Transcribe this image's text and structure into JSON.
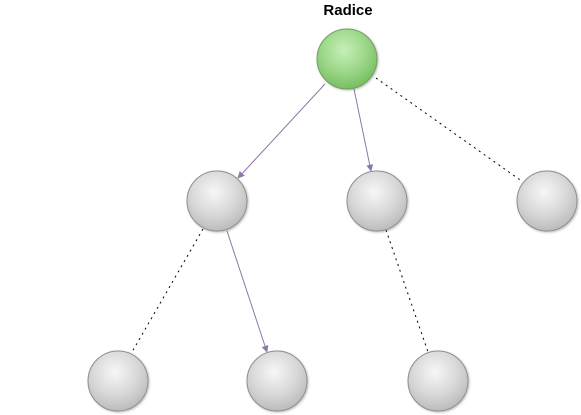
{
  "root": {
    "label": "Radice",
    "fill": "#9ed88a"
  },
  "node_fill": "#d7d7d7",
  "edge_color_solid": "#8b77a8",
  "edge_color_dotted": "#000000",
  "nodes": [
    {
      "id": "root"
    },
    {
      "id": "level1-left"
    },
    {
      "id": "level1-middle"
    },
    {
      "id": "level1-right"
    },
    {
      "id": "level2-left-a"
    },
    {
      "id": "level2-left-b"
    },
    {
      "id": "level2-middle-a"
    }
  ],
  "edges": [
    {
      "from": "root",
      "to": "level1-left",
      "style": "solid-arrow"
    },
    {
      "from": "root",
      "to": "level1-middle",
      "style": "solid-arrow"
    },
    {
      "from": "root",
      "to": "level1-right",
      "style": "dotted"
    },
    {
      "from": "level1-left",
      "to": "level2-left-a",
      "style": "dotted"
    },
    {
      "from": "level1-left",
      "to": "level2-left-b",
      "style": "solid-arrow"
    },
    {
      "from": "level1-middle",
      "to": "level2-middle-a",
      "style": "dotted"
    }
  ]
}
